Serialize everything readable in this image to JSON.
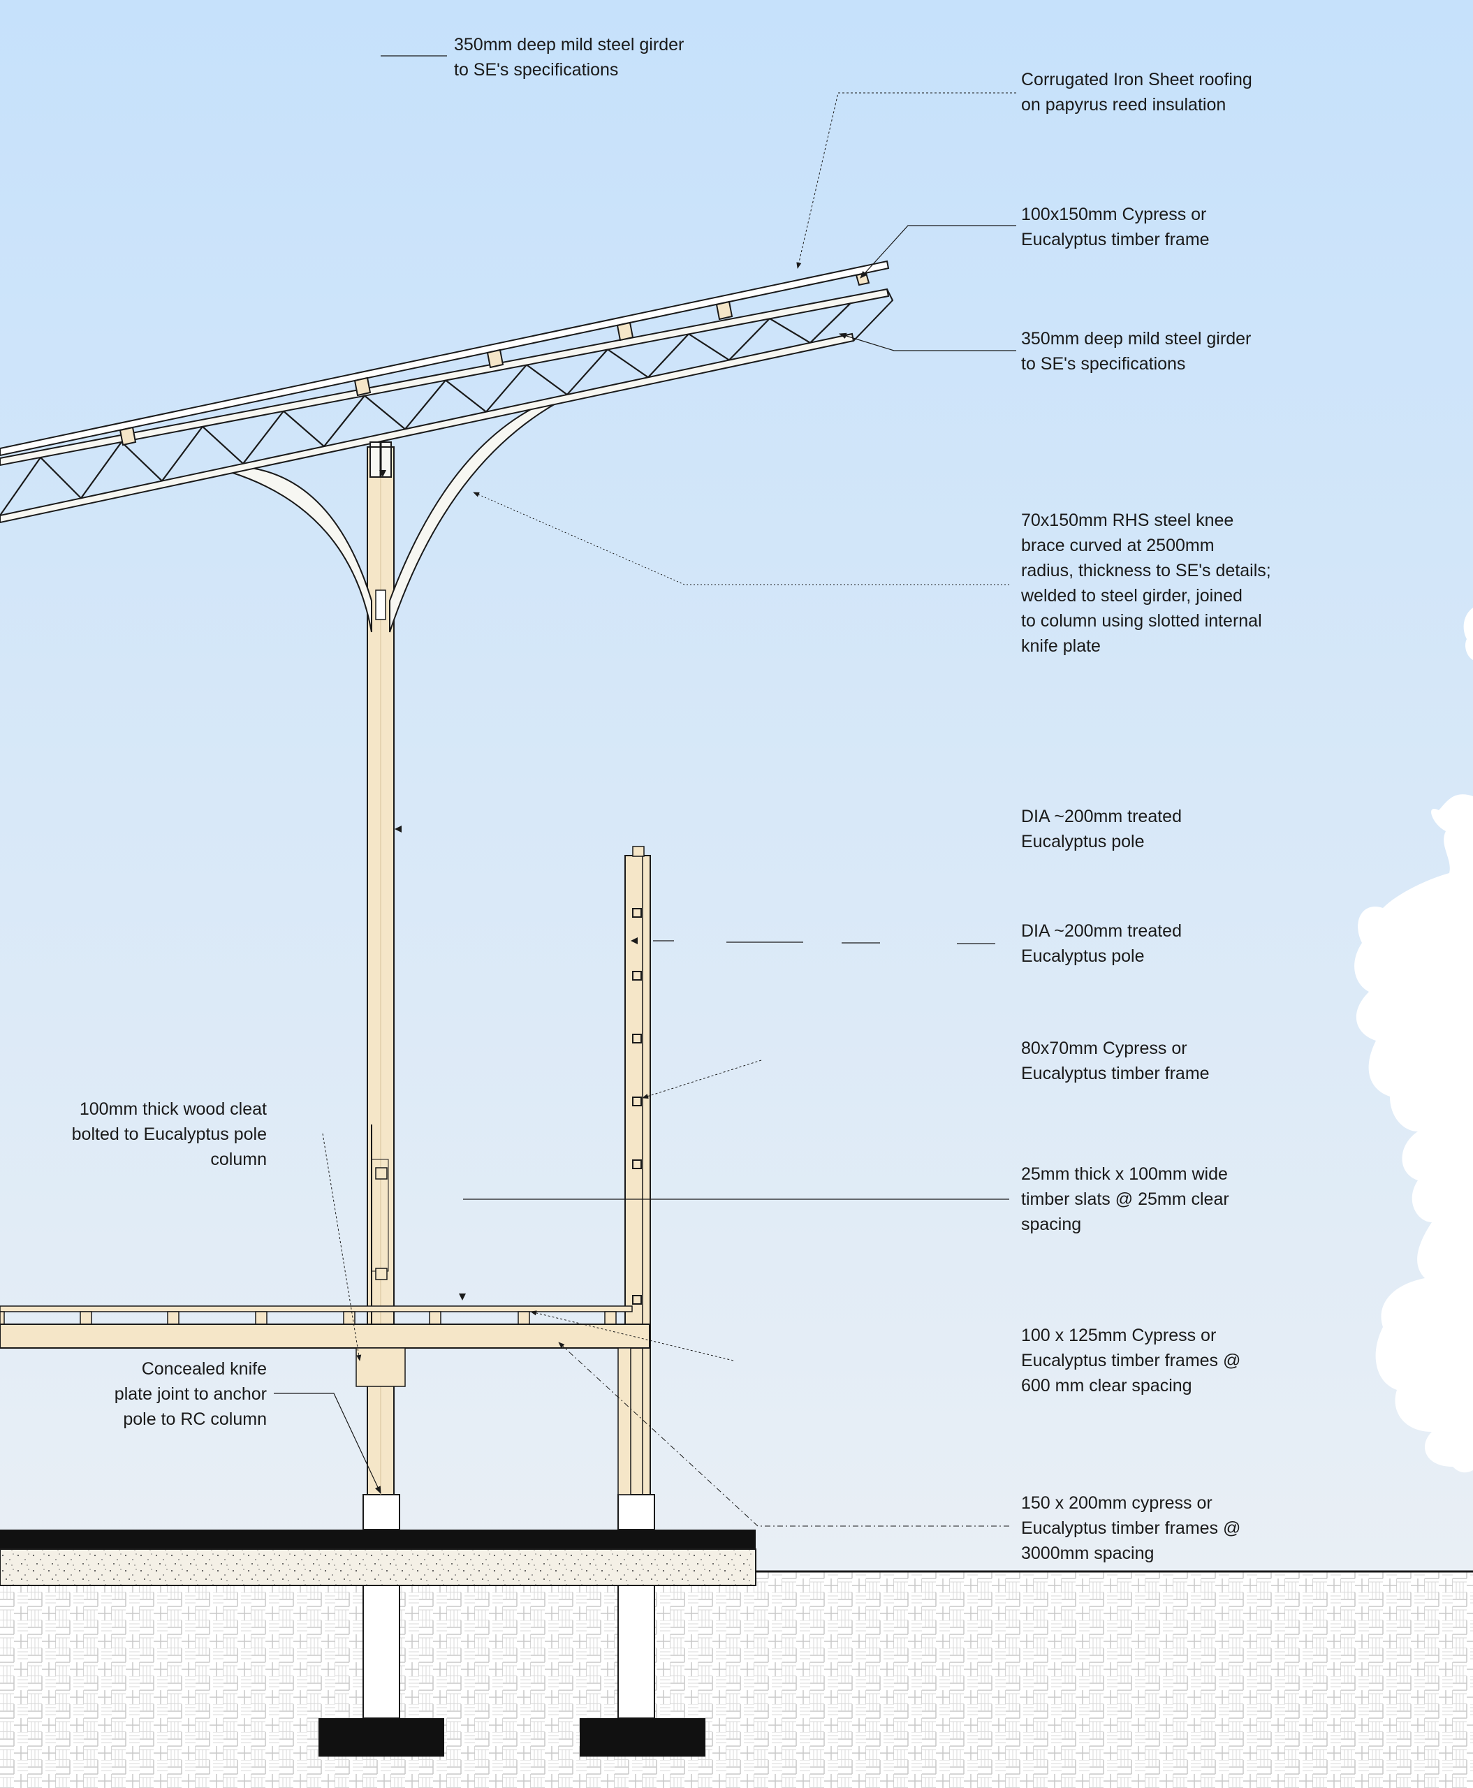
{
  "colors": {
    "sky_top": "#c6e1fb",
    "sky_bottom": "#e9eff5",
    "timber": "#f5e6c8",
    "steel": "#f7f7f2",
    "ink": "#1a1a1a",
    "cloud": "#ffffff"
  },
  "labels": {
    "top_girder": [
      "350mm deep mild steel girder",
      "to SE's specifications"
    ],
    "roofing": [
      "Corrugated Iron Sheet roofing",
      "on papyrus reed insulation"
    ],
    "timber_frame_top": [
      "100x150mm Cypress or",
      "Eucalyptus timber frame"
    ],
    "girder_right": [
      "350mm deep mild steel girder",
      "to SE's specifications"
    ],
    "knee_brace": [
      "70x150mm RHS steel knee",
      "brace curved at 2500mm",
      "radius, thickness to SE's details;",
      "welded to steel girder, joined",
      "to column using slotted internal",
      "knife plate"
    ],
    "pole_1": [
      "DIA ~200mm treated",
      "Eucalyptus pole"
    ],
    "pole_2": [
      "DIA ~200mm treated",
      "Eucalyptus pole"
    ],
    "frame_80x70": [
      "80x70mm Cypress or",
      "Eucalyptus timber frame"
    ],
    "slats": [
      "25mm thick x 100mm wide",
      "timber slats @ 25mm clear",
      "spacing"
    ],
    "frames_100x125": [
      "100 x 125mm Cypress or",
      "Eucalyptus timber frames @",
      "600 mm clear spacing"
    ],
    "frames_150x200": [
      "150 x 200mm cypress or",
      "Eucalyptus timber frames @",
      "3000mm spacing"
    ],
    "wood_cleat": [
      "100mm thick wood cleat",
      "bolted to Eucalyptus pole",
      "column"
    ],
    "knife_plate": [
      "Concealed knife",
      "plate joint to anchor",
      "pole to RC column"
    ]
  }
}
